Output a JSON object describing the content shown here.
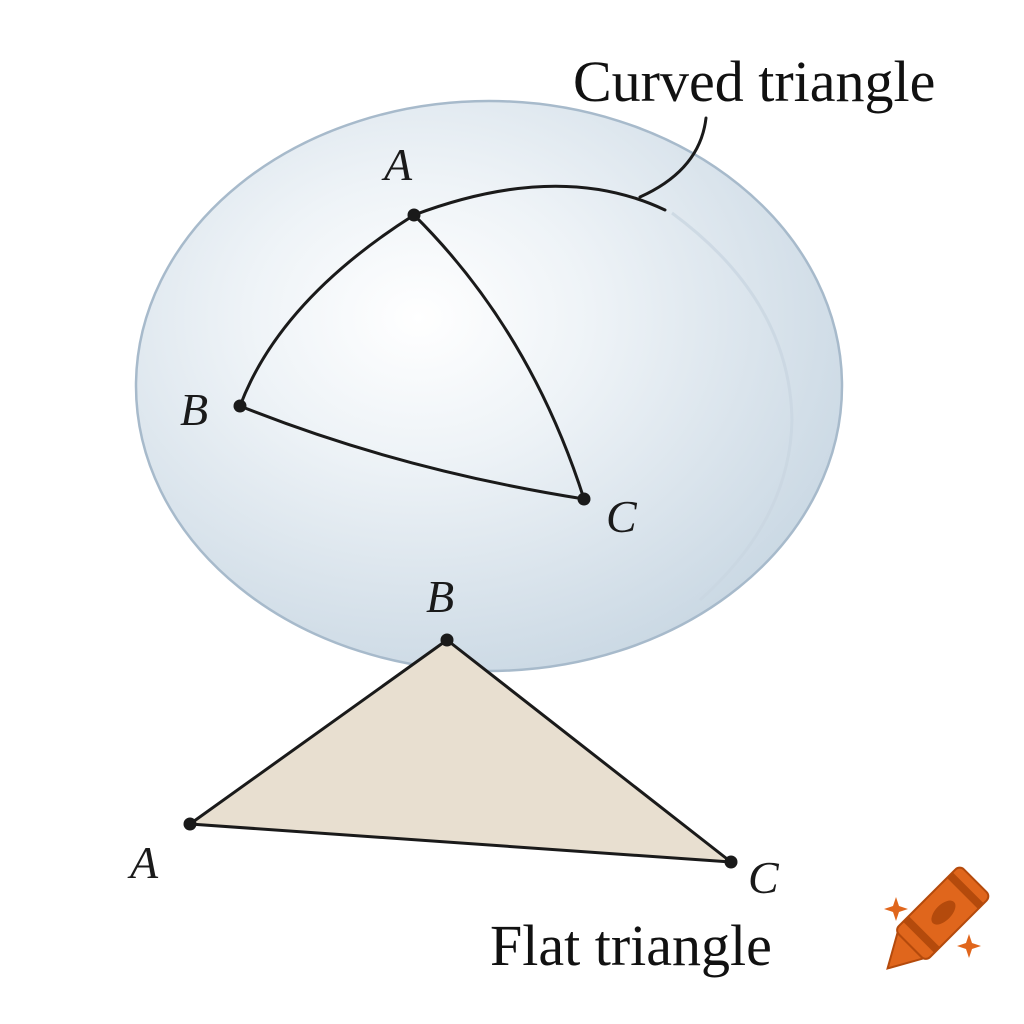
{
  "curved": {
    "label": "Curved triangle",
    "vertices": {
      "a": "A",
      "b": "B",
      "c": "C"
    }
  },
  "flat": {
    "label": "Flat triangle",
    "vertices": {
      "a": "A",
      "b": "B",
      "c": "C"
    }
  },
  "colors": {
    "sphere_fill": "#d9e3ec",
    "sphere_edge": "#9fb3c6",
    "flat_fill": "#e8dfd0",
    "line": "#1a1a1a",
    "logo": "#e0661c"
  },
  "icons": {
    "corner_logo": "crayon-icon"
  }
}
